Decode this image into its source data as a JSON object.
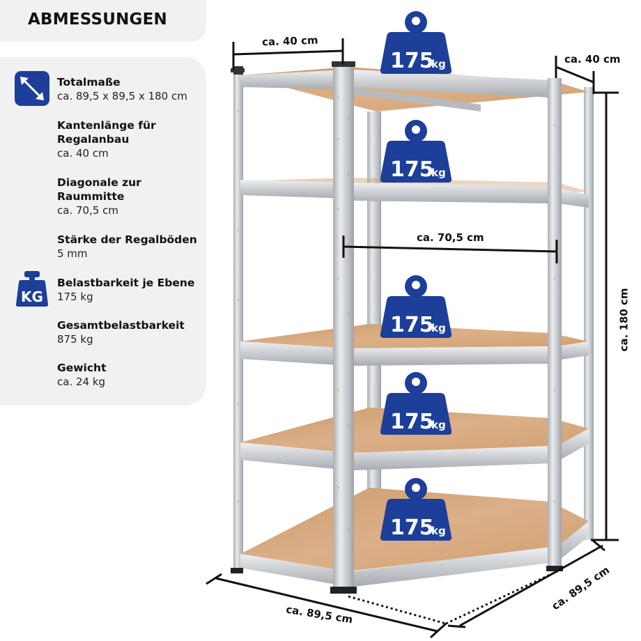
{
  "header": {
    "title": "ABMESSUNGEN"
  },
  "specs": [
    {
      "label": "Totalmaße",
      "value": "ca. 89,5 x 89,5 x 180 cm",
      "icon": "diagonal-arrows-icon"
    },
    {
      "label": "Kantenlänge für Regalanbau",
      "value": "ca. 40 cm",
      "icon": null
    },
    {
      "label": "Diagonale zur Raummitte",
      "value": "ca. 70,5 cm",
      "icon": null
    },
    {
      "label": "Stärke der Regalböden",
      "value": "5 mm",
      "icon": null
    },
    {
      "label": "Belastbarkeit je Ebene",
      "value": "175 kg",
      "icon": "kg-weight-icon"
    },
    {
      "label": "Gesamtbelastbarkeit",
      "value": "875 kg",
      "icon": null
    },
    {
      "label": "Gewicht",
      "value": "ca. 24 kg",
      "icon": null
    }
  ],
  "icons": {
    "kg_text": "KG"
  },
  "dimensions": {
    "top_left_edge": "ca. 40 cm",
    "top_right_edge": "ca. 40 cm",
    "diagonal": "ca. 70,5 cm",
    "height": "ca. 180 cm",
    "bottom_left": "ca. 89,5 cm",
    "bottom_right": "ca. 89,5 cm"
  },
  "shelves": [
    {
      "load": "175",
      "unit": "kg"
    },
    {
      "load": "175",
      "unit": "kg"
    },
    {
      "load": "175",
      "unit": "kg"
    },
    {
      "load": "175",
      "unit": "kg"
    },
    {
      "load": "175",
      "unit": "kg"
    }
  ],
  "colors": {
    "brand_blue": "#1d3f9a",
    "panel_bg": "#f1f1f1",
    "board": "#d8a878",
    "steel": "#c8cbcf"
  }
}
